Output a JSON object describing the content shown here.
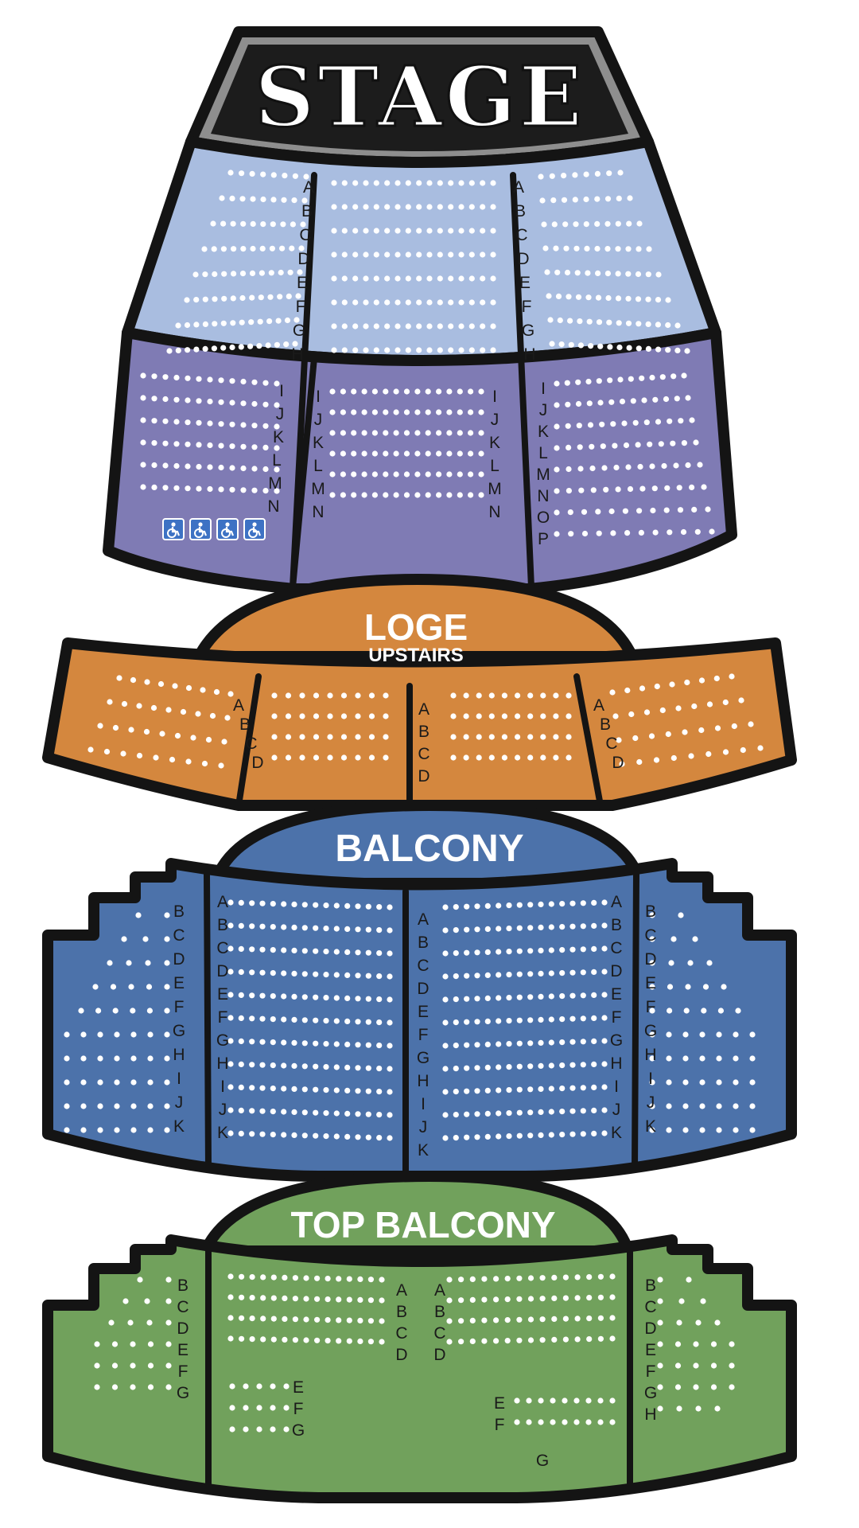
{
  "colors": {
    "background": "#ffffff",
    "outline": "#141414",
    "stage_fill": "#1c1c1c",
    "stage_frame": "#8e8e8e",
    "orchestra_front": "#a9bde0",
    "orchestra_rear": "#7f7bb4",
    "loge": "#d4873e",
    "balcony": "#4c72aa",
    "top_balcony": "#71a15c",
    "seat": "#ffffff",
    "accessible_badge": "#3d72c4"
  },
  "stage": {
    "label": "STAGE"
  },
  "orchestra": {
    "front_rows": [
      "A",
      "B",
      "C",
      "D",
      "E",
      "F",
      "G",
      "H"
    ],
    "rear_rows_left": [
      "I",
      "J",
      "K",
      "L",
      "M",
      "N"
    ],
    "rear_rows_center": [
      "I",
      "J",
      "K",
      "L",
      "M",
      "N"
    ],
    "rear_rows_right": [
      "I",
      "J",
      "K",
      "L",
      "M",
      "N",
      "O",
      "P"
    ],
    "accessible_icon": "wheelchair-icon",
    "accessible_count": 4
  },
  "loge": {
    "title": "LOGE",
    "subtitle": "UPSTAIRS",
    "rows": [
      "A",
      "B",
      "C",
      "D"
    ]
  },
  "balcony": {
    "title": "BALCONY",
    "side_rows": [
      "B",
      "C",
      "D",
      "E",
      "F",
      "G",
      "H",
      "I",
      "J",
      "K"
    ],
    "center_rows": [
      "A",
      "B",
      "C",
      "D",
      "E",
      "F",
      "G",
      "H",
      "I",
      "J",
      "K"
    ]
  },
  "top_balcony": {
    "title": "TOP BALCONY",
    "left_rows": [
      "B",
      "C",
      "D",
      "E",
      "F",
      "G"
    ],
    "right_rows": [
      "B",
      "C",
      "D",
      "E",
      "F",
      "G",
      "H"
    ],
    "center_upper_rows": [
      "A",
      "B",
      "C",
      "D"
    ],
    "center_left_lower_rows": [
      "E",
      "F",
      "G"
    ],
    "center_right_lower_rows": [
      "E",
      "F"
    ],
    "center_right_extra_row": "G"
  }
}
